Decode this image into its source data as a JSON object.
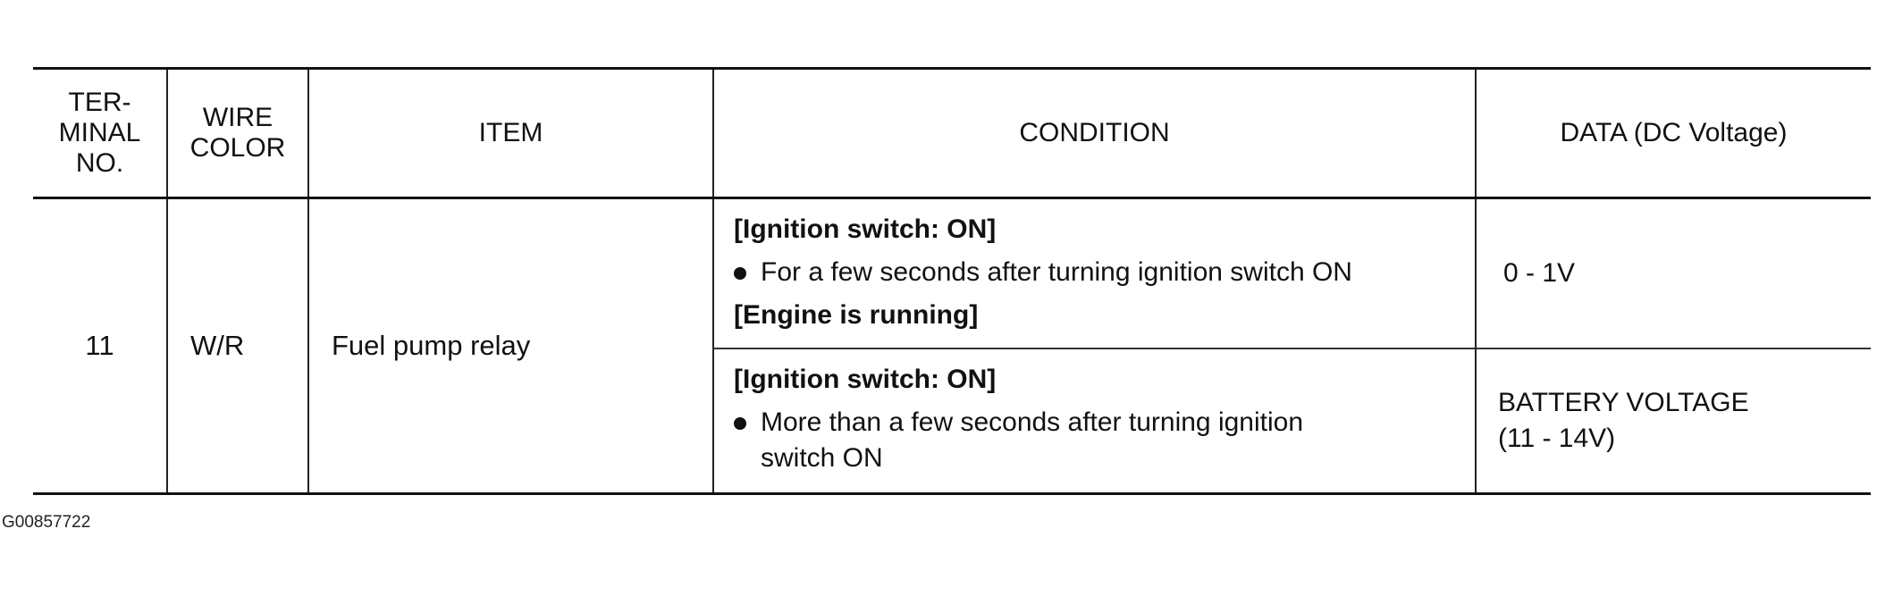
{
  "headers": {
    "terminal": [
      "TER-",
      "MINAL",
      "NO."
    ],
    "wire": [
      "WIRE",
      "COLOR"
    ],
    "item": "ITEM",
    "condition": "CONDITION",
    "data": "DATA (DC Voltage)"
  },
  "row": {
    "terminal": "11",
    "wire": "W/R",
    "item": "Fuel pump relay",
    "conditions": [
      {
        "head1": "[Ignition switch: ON]",
        "bullet": "For a few seconds after turning ignition switch ON",
        "head2": "[Engine is running]",
        "data_lines": [
          "0 - 1V"
        ]
      },
      {
        "head1": "[Ignition switch: ON]",
        "bullet": [
          "More than a few seconds after turning ignition",
          "switch ON"
        ],
        "data_lines": [
          "BATTERY VOLTAGE",
          "(11 - 14V)"
        ]
      }
    ]
  },
  "figure_code": "G00857722"
}
